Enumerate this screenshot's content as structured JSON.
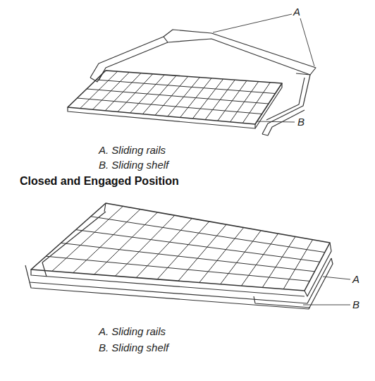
{
  "diagram": {
    "labels": [
      "A",
      "B",
      "A. Sliding rails",
      "B. Sliding shelf",
      "Closed and Engaged Position",
      "A",
      "B",
      "A. Sliding rails",
      "B. Sliding shelf"
    ]
  }
}
